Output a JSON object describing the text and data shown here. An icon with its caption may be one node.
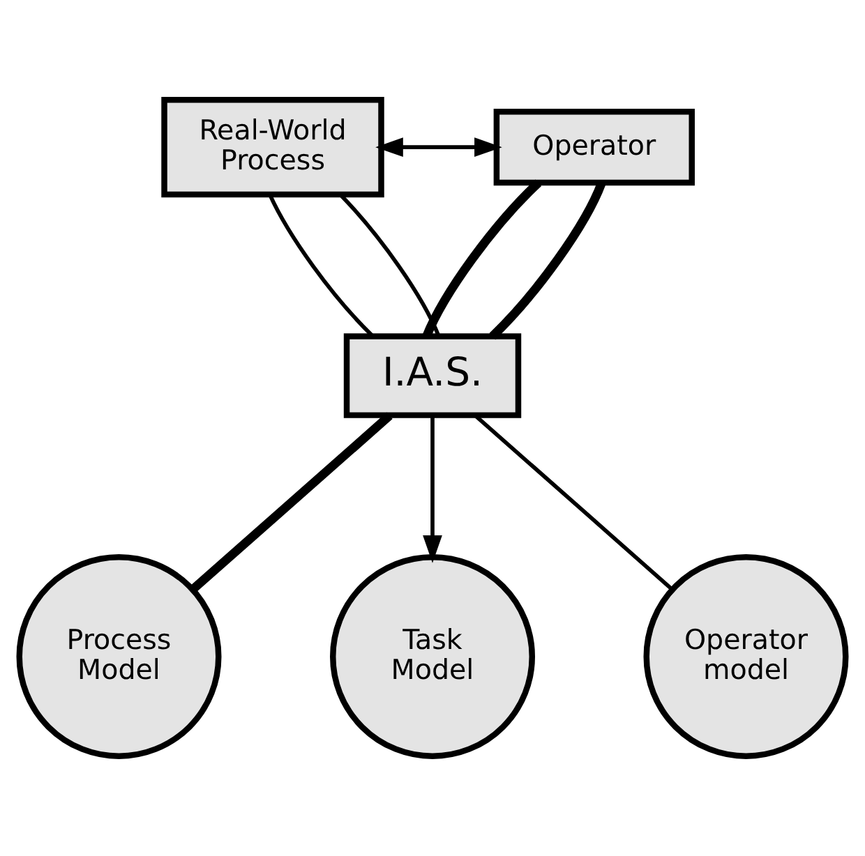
{
  "diagram": {
    "nodes": [
      {
        "text": [
          "Real-World Process"
        ]
      },
      {
        "text": [
          "Operator"
        ]
      },
      {
        "text": [
          "I.A.S."
        ]
      },
      {
        "text": [
          "Process Model"
        ]
      },
      {
        "text": [
          "Task Model"
        ]
      },
      {
        "text": [
          "Operator model"
        ]
      }
    ],
    "edges": [
      {
        "from": 0,
        "to": 1,
        "arrow": "both"
      },
      {
        "from": 2,
        "to": 0,
        "arrow": "none"
      },
      {
        "from": 0,
        "to": 2,
        "arrow": "none"
      },
      {
        "from": 2,
        "to": 1,
        "arrow": "none",
        "style": "thick"
      },
      {
        "from": 1,
        "to": 2,
        "arrow": "none",
        "style": "thick"
      },
      {
        "from": 2,
        "to": 3,
        "arrow": "none",
        "style": "thick"
      },
      {
        "from": 2,
        "to": 4,
        "arrow": "to"
      },
      {
        "from": 2,
        "to": 5,
        "arrow": "none"
      }
    ]
  }
}
